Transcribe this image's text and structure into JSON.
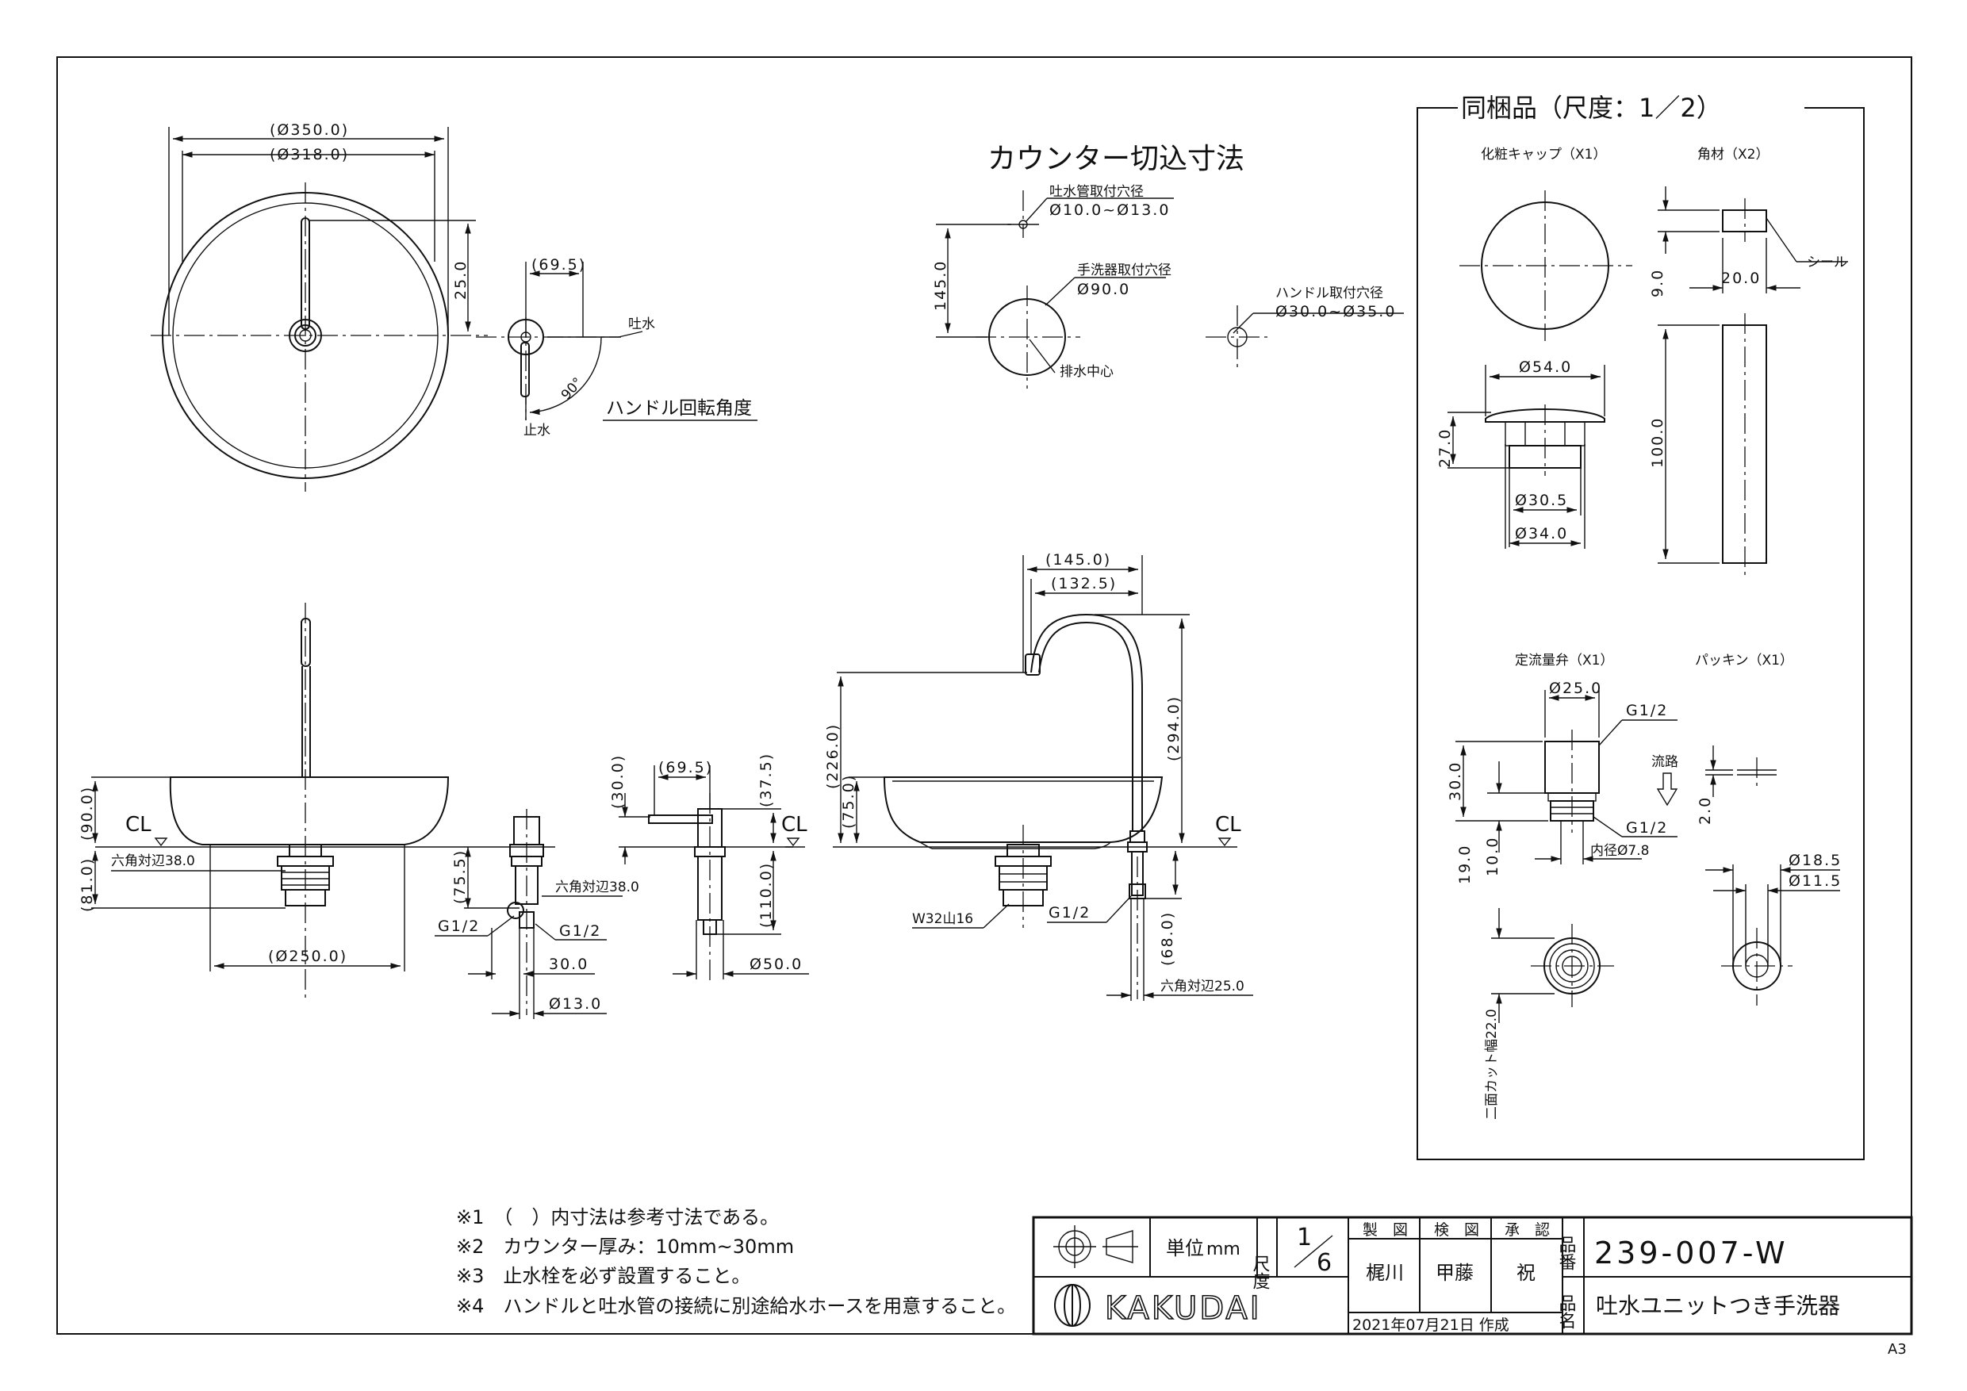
{
  "section_titles": {
    "counter_cut": "カウンター切込寸法",
    "bundled": "同梱品（尺度：1／2）"
  },
  "dimensions": {
    "d350": "(Ø350.0)",
    "d318": "(Ø318.0)",
    "d25": "25.0",
    "d69_5": "(69.5)",
    "d145v": "145.0",
    "d250": "(Ø250.0)",
    "d90": "(90.0)",
    "d81": "(81.0)",
    "hex38a": "六角対辺38.0",
    "d75_5": "(75.5)",
    "hex38b": "六角対辺38.0",
    "g12a": "G1/2",
    "g12b": "G1/2",
    "d30_0": "30.0",
    "d13": "Ø13.0",
    "d30p": "(30.0)",
    "d69_5b": "(69.5)",
    "d37_5": "(37.5)",
    "d110": "(110.0)",
    "d50": "Ø50.0",
    "d145h": "(145.0)",
    "d132_5": "(132.5)",
    "d226": "(226.0)",
    "d75": "(75.0)",
    "d294": "(294.0)",
    "w32": "W32山16",
    "g12c": "G1/2",
    "d68": "(68.0)",
    "hex25": "六角対辺25.0"
  },
  "labels": {
    "spout": "吐水",
    "stop": "止水",
    "angle90": "90°",
    "handle_rotation": "ハンドル回転角度",
    "cl1": "CL",
    "cl2": "CL",
    "cl3": "CL",
    "drain_center": "排水中心",
    "spout_hole_title": "吐水管取付穴径",
    "spout_hole_val": "Ø10.0~Ø13.0",
    "basin_hole_title": "手洗器取付穴径",
    "basin_hole_val": "Ø90.0",
    "handle_hole_title": "ハンドル取付穴径",
    "handle_hole_val": "Ø30.0~Ø35.0"
  },
  "bundled": {
    "cap_title": "化粧キャップ（X1）",
    "bar_title": "角材（X2）",
    "seal": "シール",
    "bar_9": "9.0",
    "bar_20": "20.0",
    "bar_100": "100.0",
    "cap_54": "Ø54.0",
    "cap_27": "27.0",
    "cap_30_5": "Ø30.5",
    "cap_34": "Ø34.0",
    "valve_title": "定流量弁（X1）",
    "packing_title": "パッキン（X1）",
    "v25": "Ø25.0",
    "v_g12a": "G1/2",
    "v_g12b": "G1/2",
    "flow": "流路",
    "v30": "30.0",
    "v19": "19.0",
    "v10": "10.0",
    "v_inner": "内径Ø7.8",
    "p2": "2.0",
    "p18_5": "Ø18.5",
    "p11_5": "Ø11.5",
    "two_face": "二面カット幅22.0"
  },
  "notes": [
    "※1　（　）内寸法は参考寸法である。",
    "※2　カウンター厚み：10mm~30mm",
    "※3　止水栓を必ず設置すること。",
    "※4　ハンドルと吐水管の接続に別途給水ホースを用意すること。"
  ],
  "title_block": {
    "unit_label": "単位",
    "unit_value": "mm",
    "scale_label": "尺度",
    "scale_num": "1",
    "scale_den": "6",
    "seizu": "製　図",
    "kenzu": "検　図",
    "shounin": "承　認",
    "drafter": "梶川",
    "checker": "甲藤",
    "approver": "祝",
    "hinban_label": "品番",
    "hinban": "239-007-W",
    "hinmei_label": "品名",
    "hinmei": "吐水ユニットつき手洗器",
    "brand": "KAKUDAI",
    "date": "2021年07月21日 作成",
    "paper": "A3"
  }
}
